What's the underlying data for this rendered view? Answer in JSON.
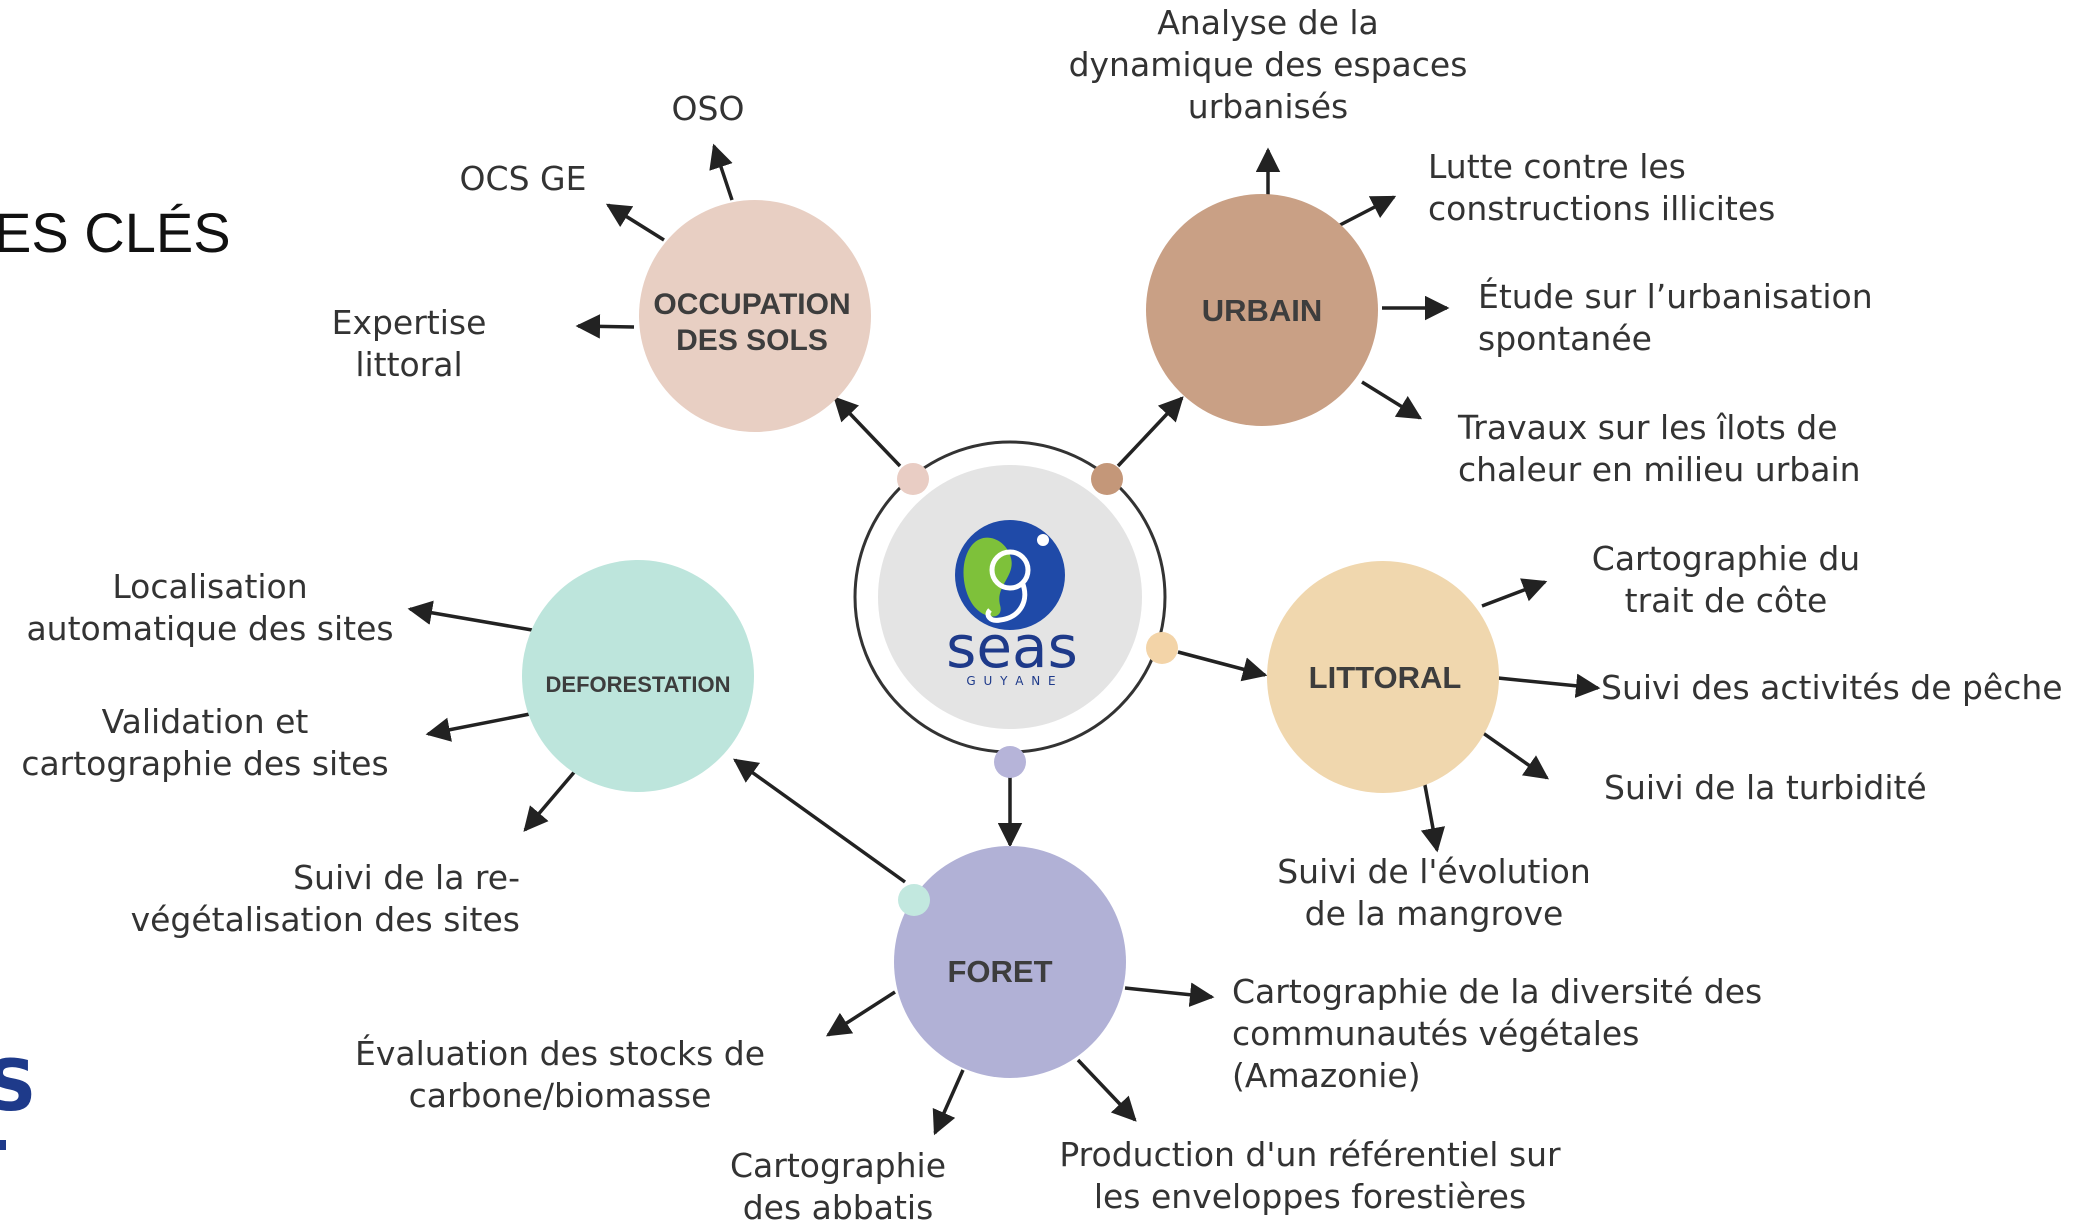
{
  "title_fragment": "ES CLÉS",
  "center_logo": {
    "text": "seas",
    "subtext": "G U Y A N E"
  },
  "colors": {
    "occupation": "#e8cfc3",
    "urbain": "#c9a085",
    "littoral": "#f0d7ae",
    "foret": "#b1b1d6",
    "deforestation": "#bde5dc",
    "dot_occupation": "#e9cdc4",
    "dot_urbain": "#c49779",
    "dot_littoral": "#f3d4a8",
    "dot_foret": "#b6b4d9",
    "dot_deforestation": "#c2e8df",
    "logo_blue": "#1f4aa8",
    "logo_green": "#7ec13a"
  },
  "hubs": {
    "occupation": "OCCUPATION\nDES SOLS",
    "urbain": "URBAIN",
    "littoral": "LITTORAL",
    "foret": "FORET",
    "deforestation": "DEFORESTATION"
  },
  "labels": {
    "oso": "OSO",
    "ocs_ge": "OCS GE",
    "expertise_littoral": "Expertise\nlittoral",
    "analyse_urbanises": "Analyse de la\ndynamique des espaces\nurbanisés",
    "lutte_constructions": "Lutte contre les\nconstructions illicites",
    "etude_urbanisation": "Étude sur l’urbanisation\nspontanée",
    "travaux_ilots": "Travaux sur les îlots de\nchaleur en milieu urbain",
    "cartographie_trait": "Cartographie du\ntrait de côte",
    "suivi_peche": "Suivi des activités de pêche",
    "suivi_turbidite": "Suivi de la turbidité",
    "suivi_mangrove": "Suivi de l'évolution\nde la mangrove",
    "cartographie_diversite": "Cartographie de la diversité des\ncommunautés végétales\n(Amazonie)",
    "production_referentiel": "Production d'un référentiel sur\nles enveloppes forestières",
    "cartographie_abbatis": "Cartographie\ndes abbatis",
    "evaluation_stocks": "Évaluation des stocks de\ncarbone/biomasse",
    "localisation_sites": "Localisation\nautomatique des sites",
    "validation_sites": "Validation et\ncartographie des sites",
    "suivi_revegetalisation": "Suivi de la re-\nvégétalisation des sites"
  }
}
